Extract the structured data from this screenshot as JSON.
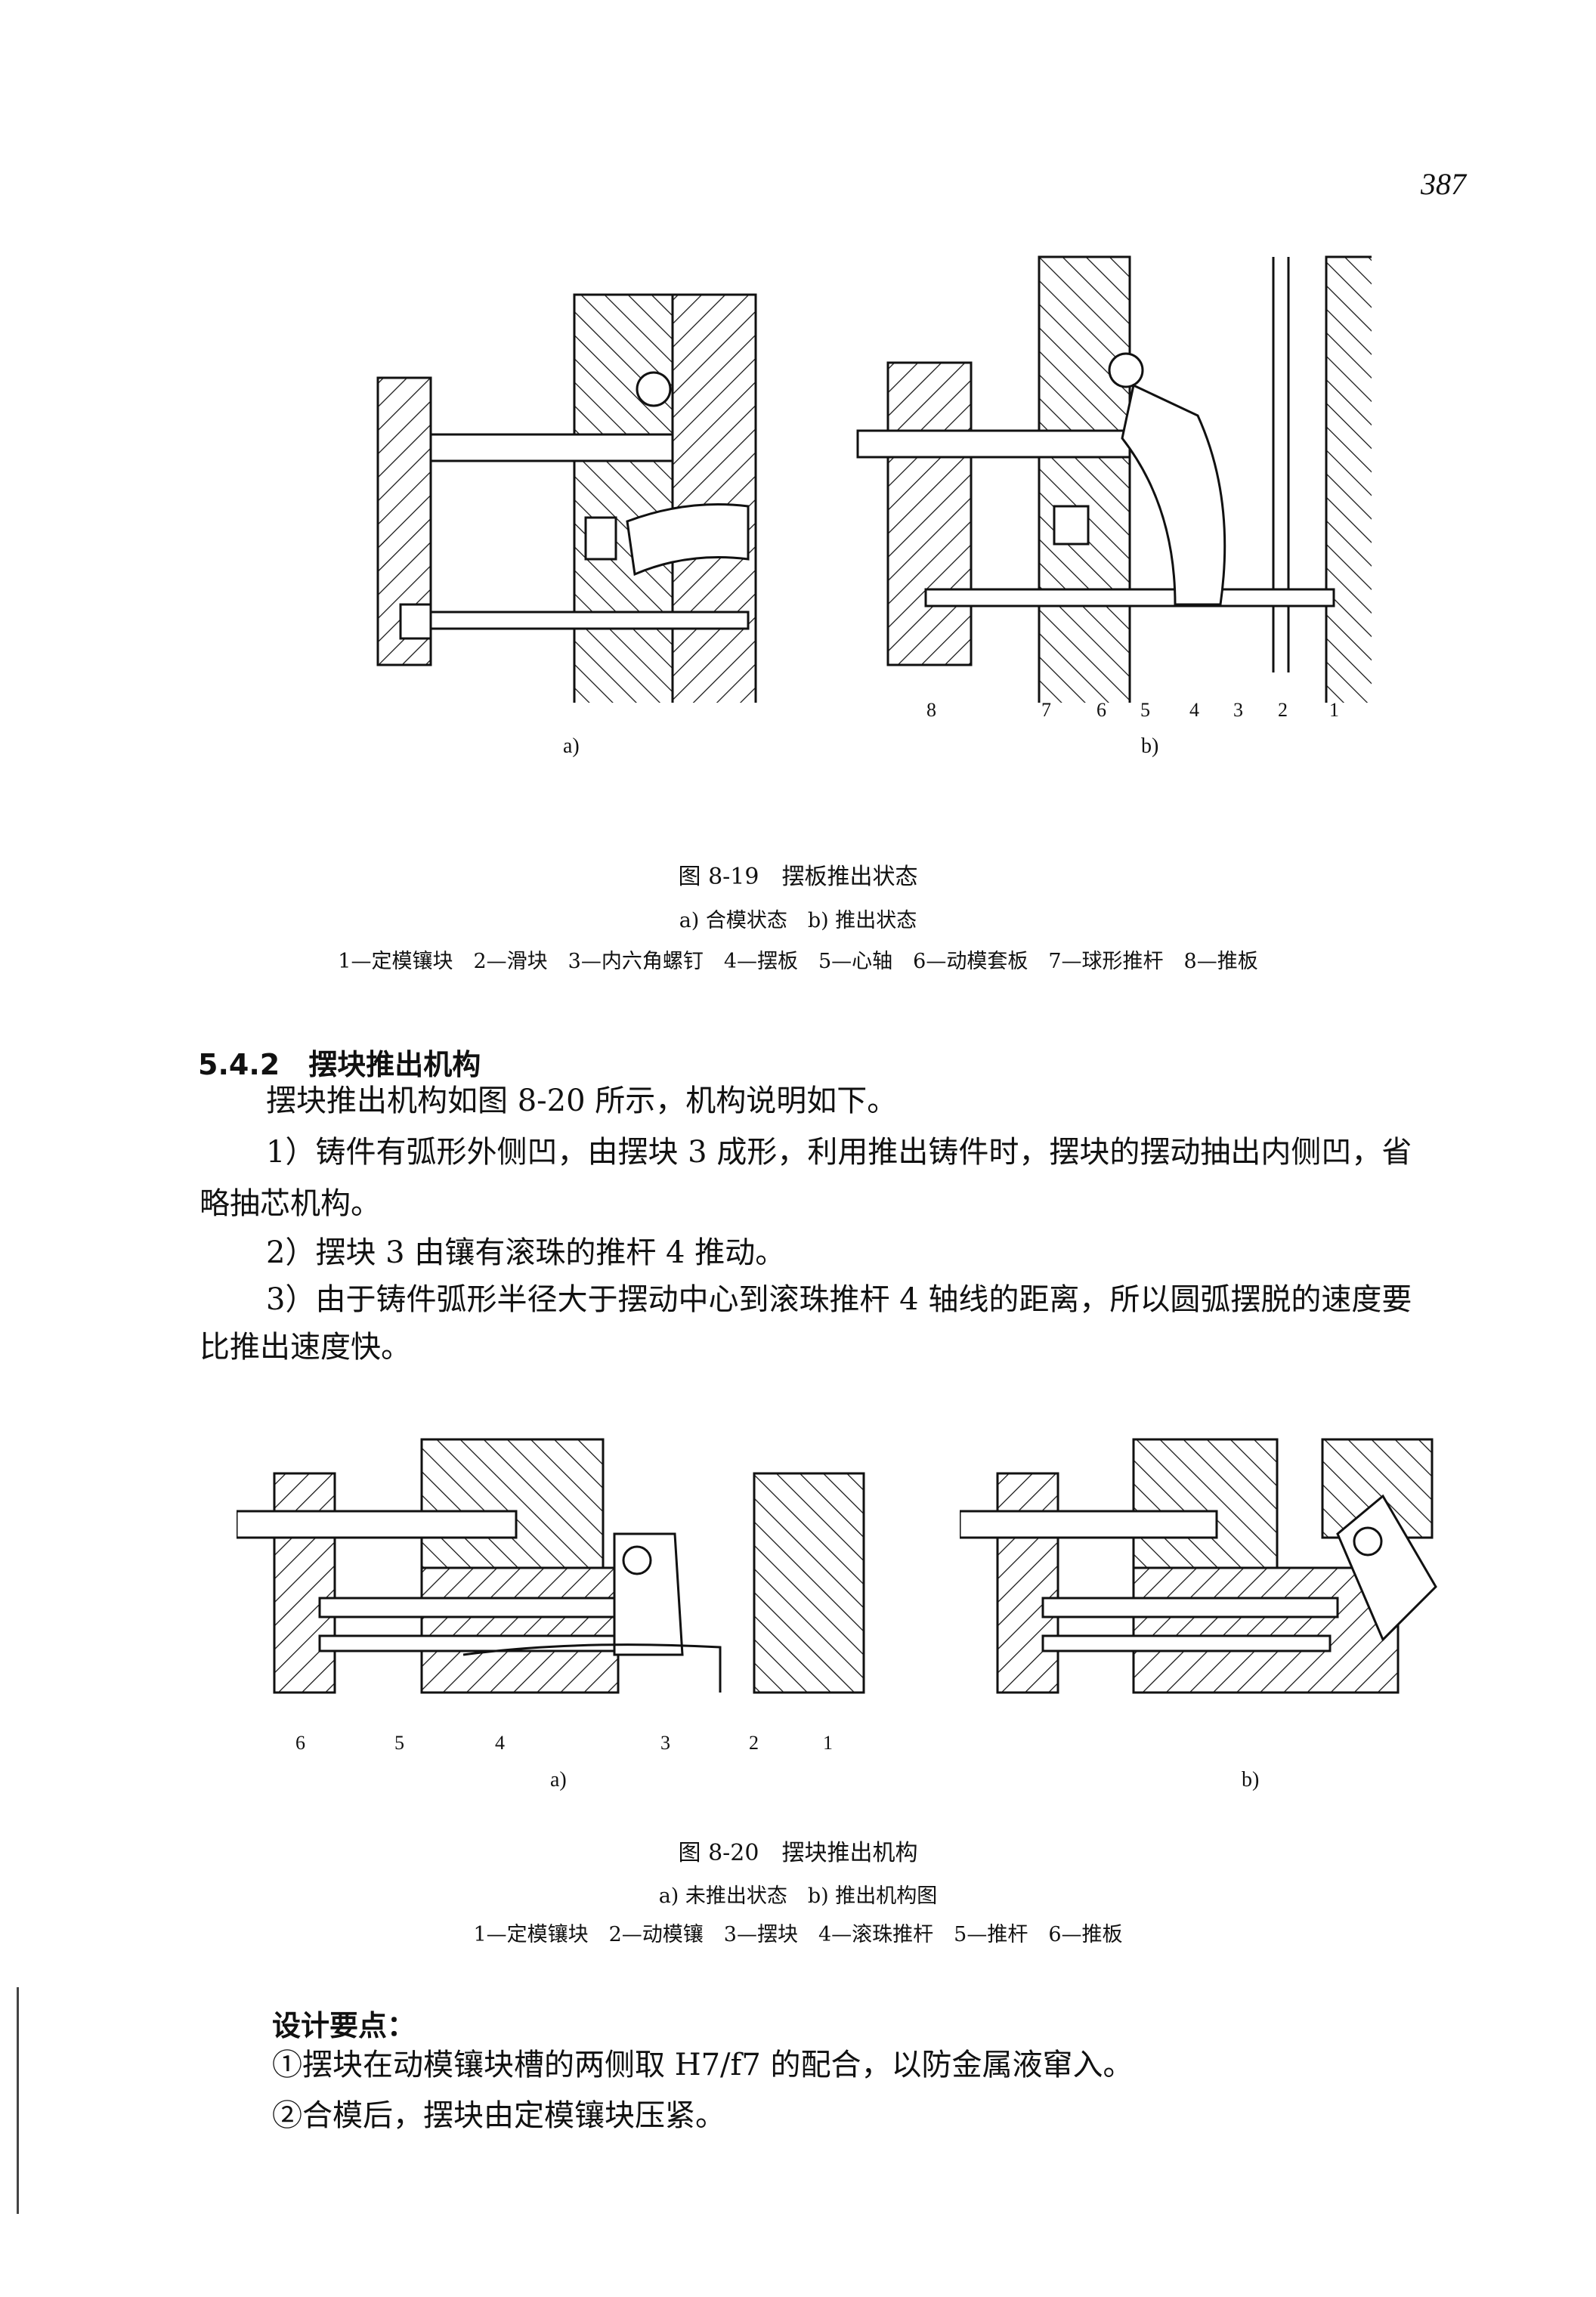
{
  "page_number": "387",
  "figure_8_19": {
    "sub_a": "a)",
    "sub_b": "b)",
    "part_numbers": [
      "8",
      "7",
      "6",
      "5",
      "4",
      "3",
      "2",
      "1"
    ],
    "title": "图 8-19　摆板推出状态",
    "subtitle": "a) 合模状态　b) 推出状态",
    "legend": "1—定模镶块　2—滑块　3—内六角螺钉　4—摆板　5—心轴　6—动模套板　7—球形推杆　8—推板"
  },
  "section": {
    "heading": "5.4.2　摆块推出机构",
    "intro": "摆块推出机构如图 8-20 所示，机构说明如下。",
    "item1_line1": "1）铸件有弧形外侧凹，由摆块 3 成形，利用推出铸件时，摆块的摆动抽出内侧凹，省",
    "item1_line2": "略抽芯机构。",
    "item2": "2）摆块 3 由镶有滚珠的推杆 4 推动。",
    "item3_line1": "3）由于铸件弧形半径大于摆动中心到滚珠推杆 4 轴线的距离，所以圆弧摆脱的速度要",
    "item3_line2": "比推出速度快。"
  },
  "figure_8_20": {
    "sub_a": "a)",
    "sub_b": "b)",
    "part_numbers": [
      "6",
      "5",
      "4",
      "3",
      "2",
      "1"
    ],
    "title": "图 8-20　摆块推出机构",
    "subtitle": "a) 未推出状态　b) 推出机构图",
    "legend": "1—定模镶块　2—动模镶　3—摆块　4—滚珠推杆　5—推杆　6—推板"
  },
  "design_points": {
    "heading": "设计要点：",
    "point1": "①摆块在动模镶块槽的两侧取 H7/f7 的配合，以防金属液窜入。",
    "point2": "②合模后，摆块由定模镶块压紧。"
  }
}
